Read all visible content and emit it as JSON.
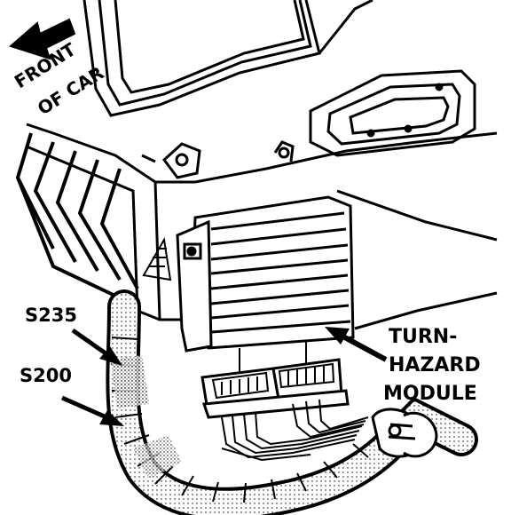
{
  "labels": {
    "front_of_car_line1": "FRONT",
    "front_of_car_line2": "OF CAR",
    "s235": "S235",
    "s200": "S200",
    "module_line1": "TURN-",
    "module_line2": "HAZARD",
    "module_line3": "MODULE"
  },
  "colors": {
    "ink": "#000000",
    "paper": "#ffffff",
    "shade": "#8a8a8a"
  }
}
